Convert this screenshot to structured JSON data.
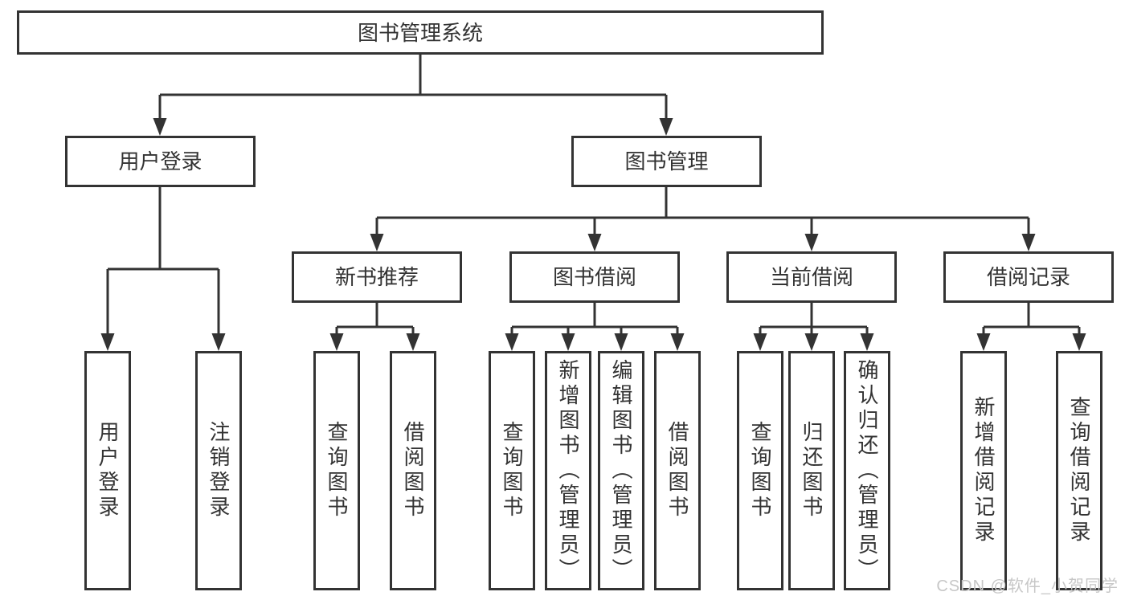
{
  "diagram": {
    "root": {
      "label": "图书管理系统"
    },
    "level2": [
      {
        "label": "用户登录",
        "children": [
          {
            "label": "用户登录"
          },
          {
            "label": "注销登录"
          }
        ]
      },
      {
        "label": "图书管理",
        "children": [
          {
            "label": "新书推荐",
            "children": [
              {
                "label": "查询图书"
              },
              {
                "label": "借阅图书"
              }
            ]
          },
          {
            "label": "图书借阅",
            "children": [
              {
                "label": "查询图书"
              },
              {
                "label": "新增图书（管理员）"
              },
              {
                "label": "编辑图书（管理员）"
              },
              {
                "label": "借阅图书"
              }
            ]
          },
          {
            "label": "当前借阅",
            "children": [
              {
                "label": "查询图书"
              },
              {
                "label": "归还图书"
              },
              {
                "label": "确认归还（管理员）"
              }
            ]
          },
          {
            "label": "借阅记录",
            "children": [
              {
                "label": "新增借阅记录"
              },
              {
                "label": "查询借阅记录"
              }
            ]
          }
        ]
      }
    ],
    "colors": {
      "line": "#333333",
      "text": "#333333",
      "background": "#ffffff",
      "watermark": "#c7c7c7"
    }
  },
  "watermark": {
    "text": "CSDN @软件_小贺同学"
  }
}
